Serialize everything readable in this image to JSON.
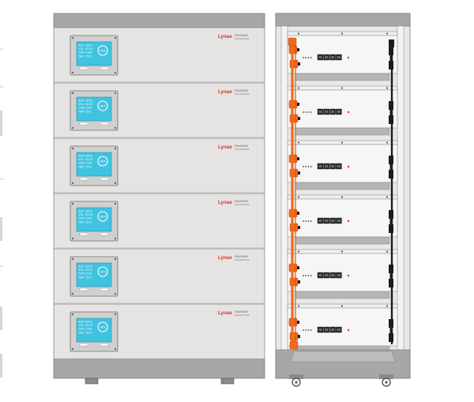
{
  "front_view": {
    "brand_logo": "Lynae",
    "brand_model_line1": "PLW 5KWH",
    "brand_model_line2": "SOLARSTACK",
    "module_count": 6,
    "lcd_lines": [
      "SOC:  98 %",
      "VOL:  51.2V",
      "CUR:  0.0A",
      "TMP:  25 C"
    ],
    "lcd_round_label": "98%"
  },
  "rack_view": {
    "module_count": 6,
    "port_count": 4,
    "led_color": "#e0302a",
    "cable_color": "#f06a1e"
  },
  "colors": {
    "panel": "#e6e4e2",
    "panel_border": "#8c8c8c",
    "top_bar": "#a5a5a5",
    "lcd": "#3fc3e0",
    "brand": "#d8342c"
  }
}
